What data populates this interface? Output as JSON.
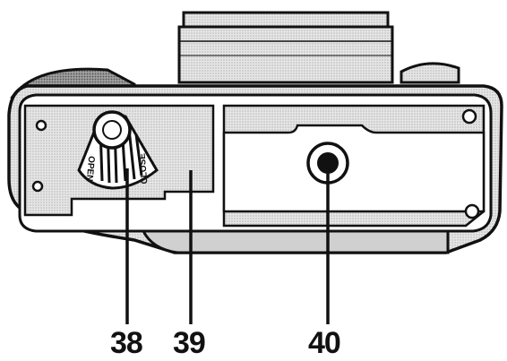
{
  "diagram": {
    "callouts": [
      {
        "id": "38",
        "label": "38",
        "part": "battery-chamber-lock"
      },
      {
        "id": "39",
        "label": "39",
        "part": "battery-chamber-cover"
      },
      {
        "id": "40",
        "label": "40",
        "part": "tripod-socket"
      }
    ],
    "dial": {
      "open_text": "OPEN",
      "close_text": "CLOSE"
    }
  },
  "colors": {
    "ink": "#111111",
    "paper": "#ffffff",
    "body_shade": "#8a8a8a",
    "panel_tone": "#d9d9d9"
  }
}
